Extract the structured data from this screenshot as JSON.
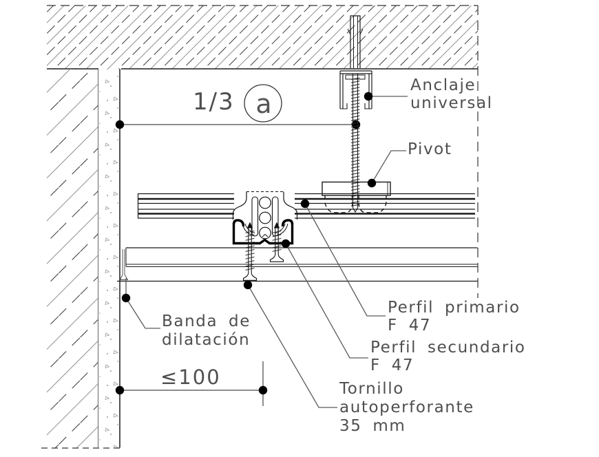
{
  "drawing_type": "suspended ceiling construction detail (section)",
  "annotations": {
    "scale_ratio": "1/3",
    "detail_letter": "a",
    "max_distance": "≤100"
  },
  "labels": {
    "anclaje": [
      "Anclaje",
      "universal"
    ],
    "pivot": [
      "Pivot"
    ],
    "perfil_primario": [
      "Perfil primario",
      "F 47"
    ],
    "perfil_secundario": [
      "Perfil secundario",
      "F 47"
    ],
    "tornillo": [
      "Tornillo",
      "autoperforante",
      "35 mm"
    ],
    "banda": [
      "Banda de",
      "dilatación"
    ]
  },
  "colors": {
    "line": "#1a1a1a",
    "hatch": "#8f8f8f",
    "text": "#4f4f4f",
    "background": "#ffffff"
  }
}
